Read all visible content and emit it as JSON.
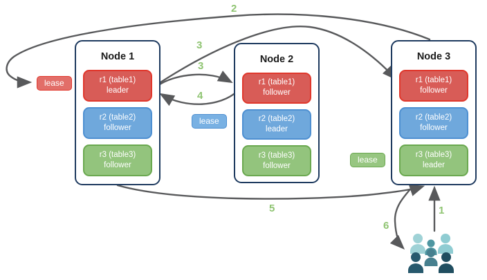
{
  "diagram": {
    "nodes": [
      {
        "title": "Node 1",
        "replicas": [
          {
            "range": "r1 (table1)",
            "role": "leader",
            "color": "red"
          },
          {
            "range": "r2 (table2)",
            "role": "follower",
            "color": "blue"
          },
          {
            "range": "r3 (table3)",
            "role": "follower",
            "color": "green"
          }
        ]
      },
      {
        "title": "Node 2",
        "replicas": [
          {
            "range": "r1 (table1)",
            "role": "follower",
            "color": "red"
          },
          {
            "range": "r2 (table2)",
            "role": "leader",
            "color": "blue"
          },
          {
            "range": "r3 (table3)",
            "role": "follower",
            "color": "green"
          }
        ]
      },
      {
        "title": "Node 3",
        "replicas": [
          {
            "range": "r1 (table1)",
            "role": "follower",
            "color": "red"
          },
          {
            "range": "r2 (table2)",
            "role": "follower",
            "color": "blue"
          },
          {
            "range": "r3 (table3)",
            "role": "leader",
            "color": "green"
          }
        ]
      }
    ],
    "leases": [
      {
        "label": "lease",
        "color": "red"
      },
      {
        "label": "lease",
        "color": "blue"
      },
      {
        "label": "lease",
        "color": "green"
      }
    ],
    "step_labels": {
      "s1": "1",
      "s2": "2",
      "s3a": "3",
      "s3b": "3",
      "s4": "4",
      "s5": "5",
      "s6": "6"
    },
    "icons": [
      {
        "name": "users-icon"
      }
    ],
    "colors": {
      "replica_red_fill": "#d85c57",
      "replica_red_border": "#e0372c",
      "replica_blue_fill": "#6fa8dc",
      "replica_blue_border": "#4d8fd1",
      "replica_green_fill": "#93c47d",
      "replica_green_border": "#6aa84f",
      "node_border": "#1e3a5f",
      "arrow": "#58595b",
      "step_label": "#8fc472",
      "users_light_teal": "#9fd2d6",
      "users_mid_teal": "#4e96a1",
      "users_dark_teal": "#27596d"
    }
  }
}
